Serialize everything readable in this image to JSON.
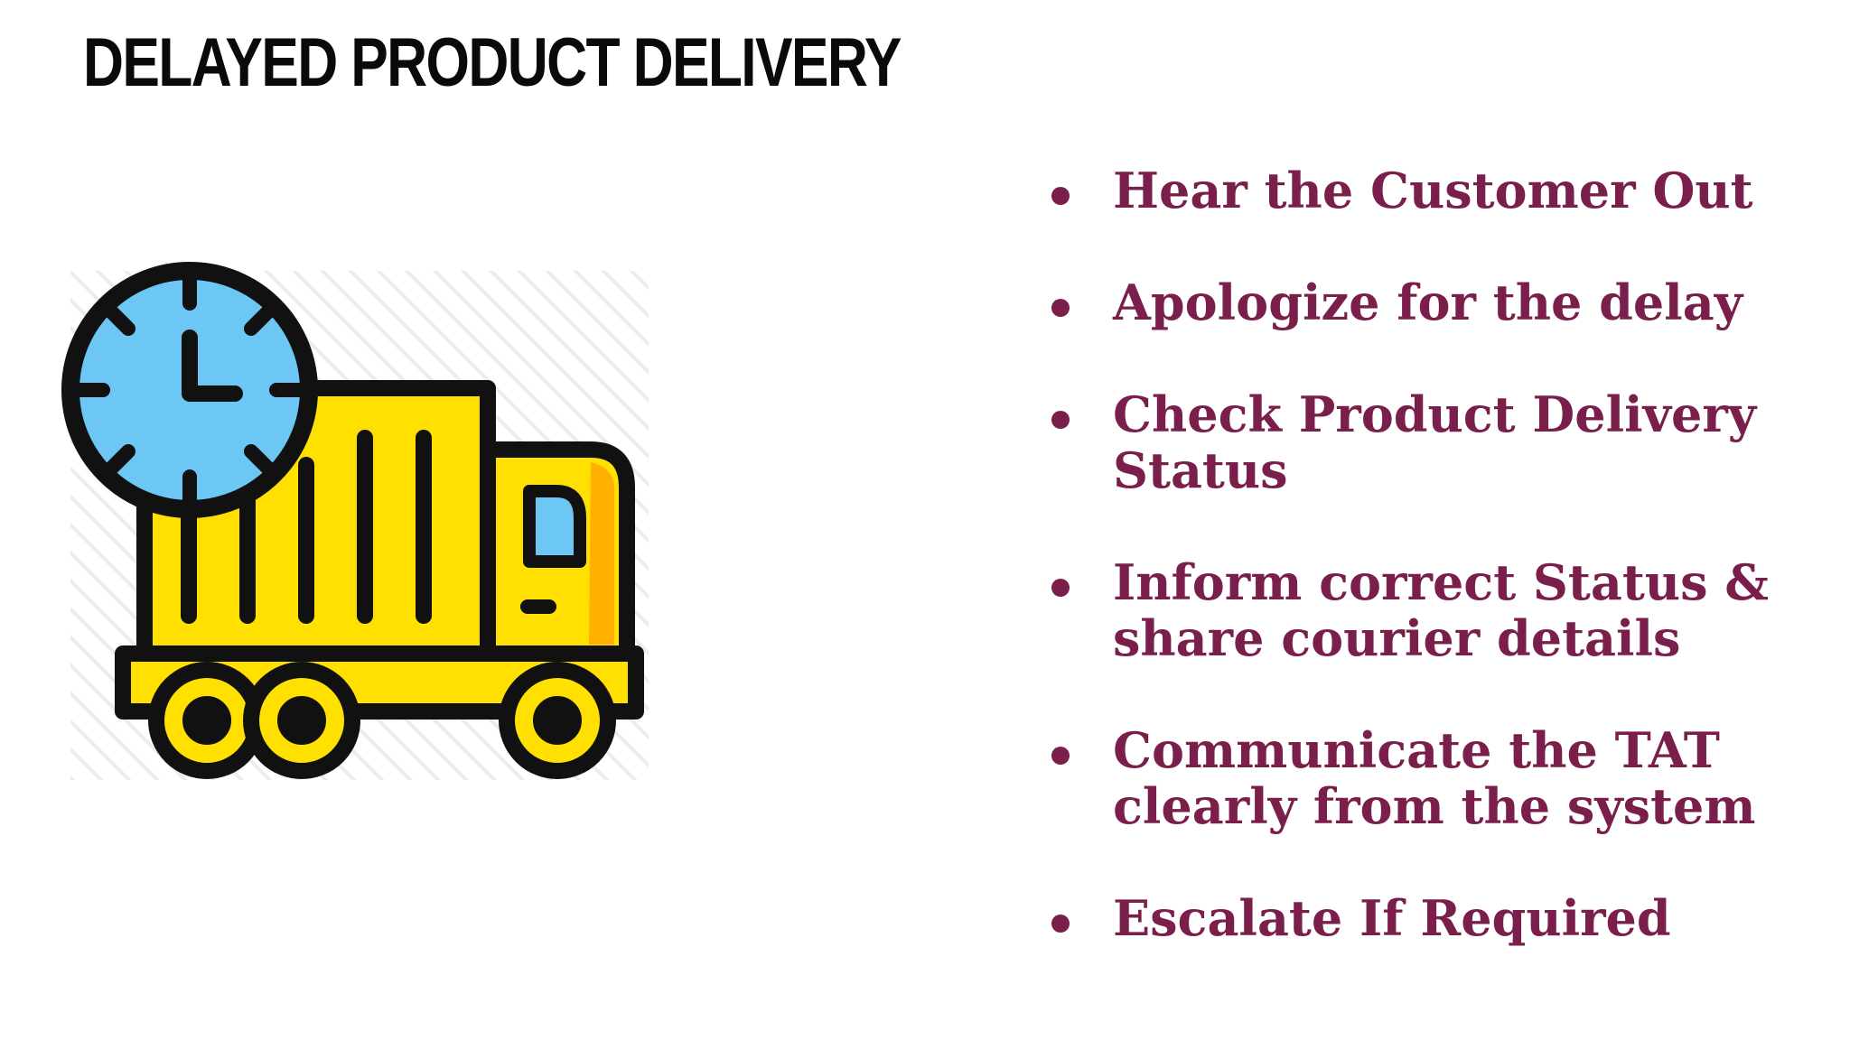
{
  "slide": {
    "title": "DELAYED PRODUCT DELIVERY",
    "illustration": {
      "icon": "delayed-delivery-truck-with-clock-icon",
      "colors": {
        "outline": "#111111",
        "body": "#ffe000",
        "accent": "#ffb000",
        "clock_face": "#6cc7f5",
        "window": "#6cc7f5",
        "hatch": "#e9e9ee"
      }
    },
    "bullets": [
      {
        "text": "Hear the Customer Out"
      },
      {
        "text": "Apologize for the delay"
      },
      {
        "text": "Check Product Delivery Status"
      },
      {
        "text": "Inform correct Status & share courier details"
      },
      {
        "text": "Communicate the TAT clearly from the system"
      },
      {
        "text": "Escalate If Required"
      }
    ],
    "colors": {
      "title": "#0a0a0a",
      "bullet_text": "#7a1f4b",
      "background": "#ffffff"
    }
  }
}
